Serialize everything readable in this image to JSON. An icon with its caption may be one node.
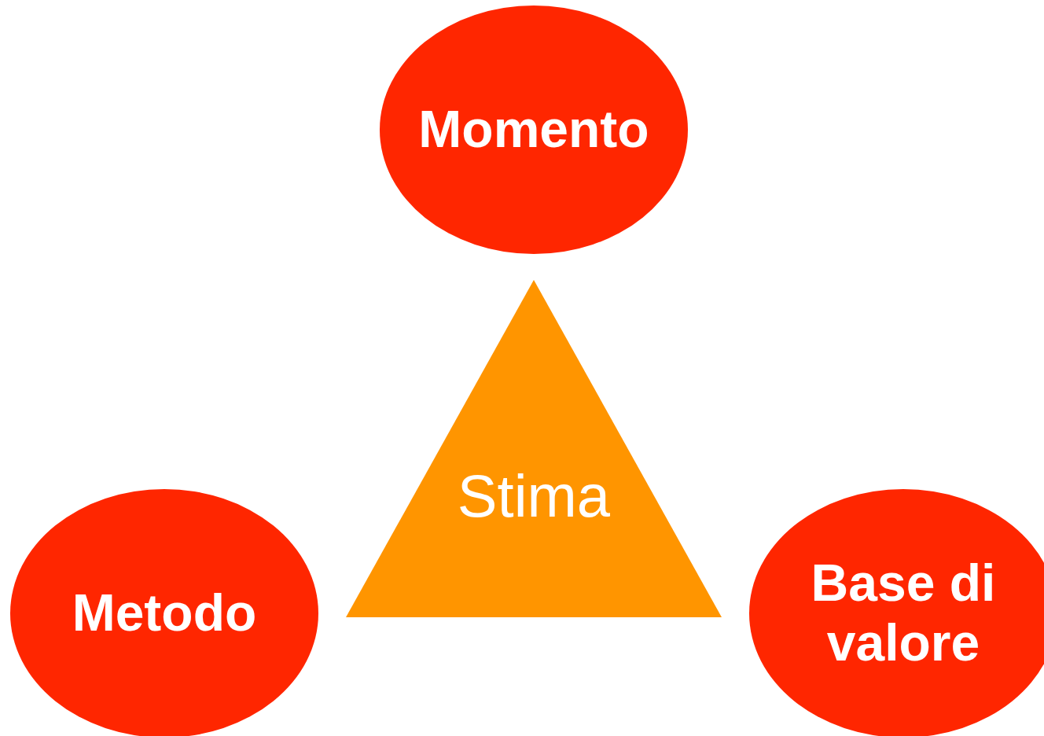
{
  "diagram": {
    "nodes": [
      {
        "text": [
          "Momento"
        ]
      },
      {
        "text": [
          "Stima"
        ]
      },
      {
        "text": [
          "Metodo"
        ]
      },
      {
        "text": [
          "Base di valore"
        ]
      }
    ],
    "edges": []
  }
}
